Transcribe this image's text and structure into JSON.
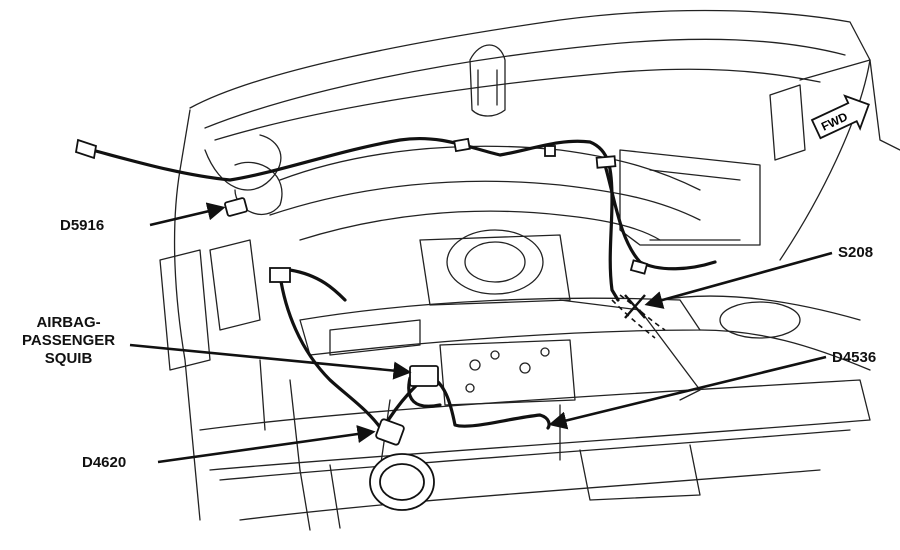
{
  "callouts": {
    "d5916": "D5916",
    "airbag_line1": "AIRBAG-",
    "airbag_line2": "PASSENGER",
    "airbag_line3": "SQUIB",
    "d4620": "D4620",
    "s208": "S208",
    "d4536": "D4536"
  },
  "forward_indicator": "FWD",
  "colors": {
    "ink": "#111111",
    "paper": "#ffffff"
  }
}
